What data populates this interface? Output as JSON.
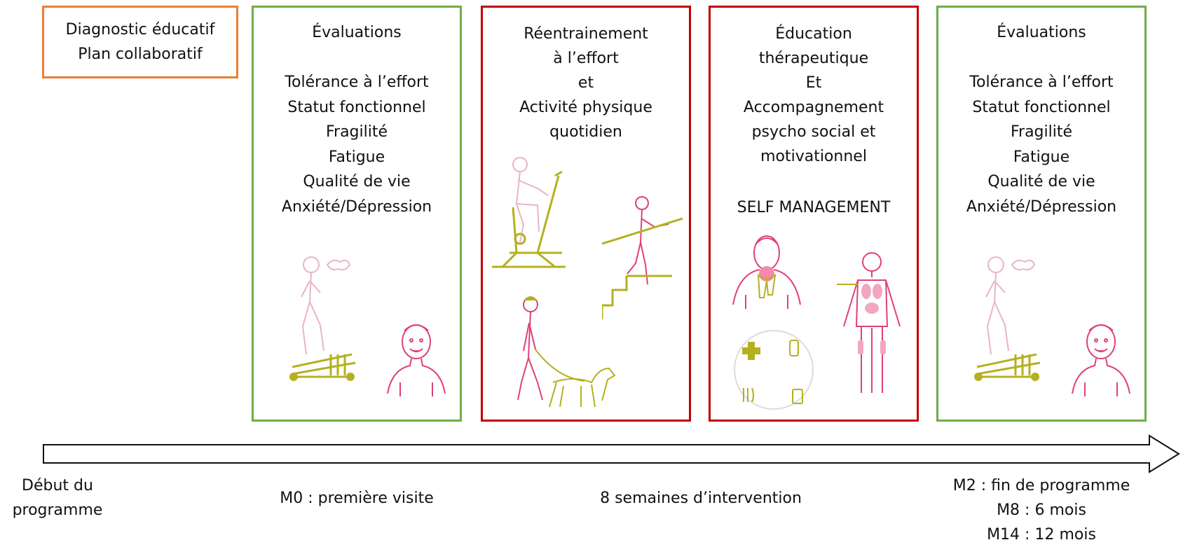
{
  "diagnostic": {
    "line1": "Diagnostic éducatif",
    "line2": "Plan collaboratif"
  },
  "eval_start": {
    "title": "Évaluations",
    "items": [
      "Tolérance à l’effort",
      "Statut fonctionnel",
      "Fragilité",
      "Fatigue",
      "Qualité de vie",
      "Anxiété/Dépression"
    ]
  },
  "training": {
    "lines": [
      "Réentrainement",
      "à l’effort",
      "et",
      "Activité physique",
      "quotidien"
    ]
  },
  "education": {
    "lines": [
      "Éducation",
      "thérapeutique",
      "Et",
      "Accompagnement",
      "psycho social et",
      "motivationnel"
    ],
    "self_management": "SELF MANAGEMENT"
  },
  "eval_end": {
    "title": "Évaluations",
    "items": [
      "Tolérance à l’effort",
      "Statut fonctionnel",
      "Fragilité",
      "Fatigue",
      "Qualité de vie",
      "Anxiété/Dépression"
    ]
  },
  "timeline": {
    "start_line1": "Début du",
    "start_line2": "programme",
    "m0": "M0 : première visite",
    "duration": "8 semaines d’intervention",
    "m2": "M2 : fin de programme",
    "m8": "M8 : 6 mois",
    "m14": "M14 : 12 mois"
  },
  "icons": [
    "breathing-stepper-person-icon",
    "face-icon",
    "exercise-bike-icon",
    "stairs-climbing-icon",
    "dog-walking-icon",
    "sore-throat-person-icon",
    "anatomy-body-icon",
    "health-items-circle-icon"
  ],
  "colors": {
    "orange": "#ed7d31",
    "green": "#70ad47",
    "red": "#c00000",
    "olive": "#b5b020",
    "pink": "#e0407a",
    "pale_pink": "#e8b4c8"
  }
}
